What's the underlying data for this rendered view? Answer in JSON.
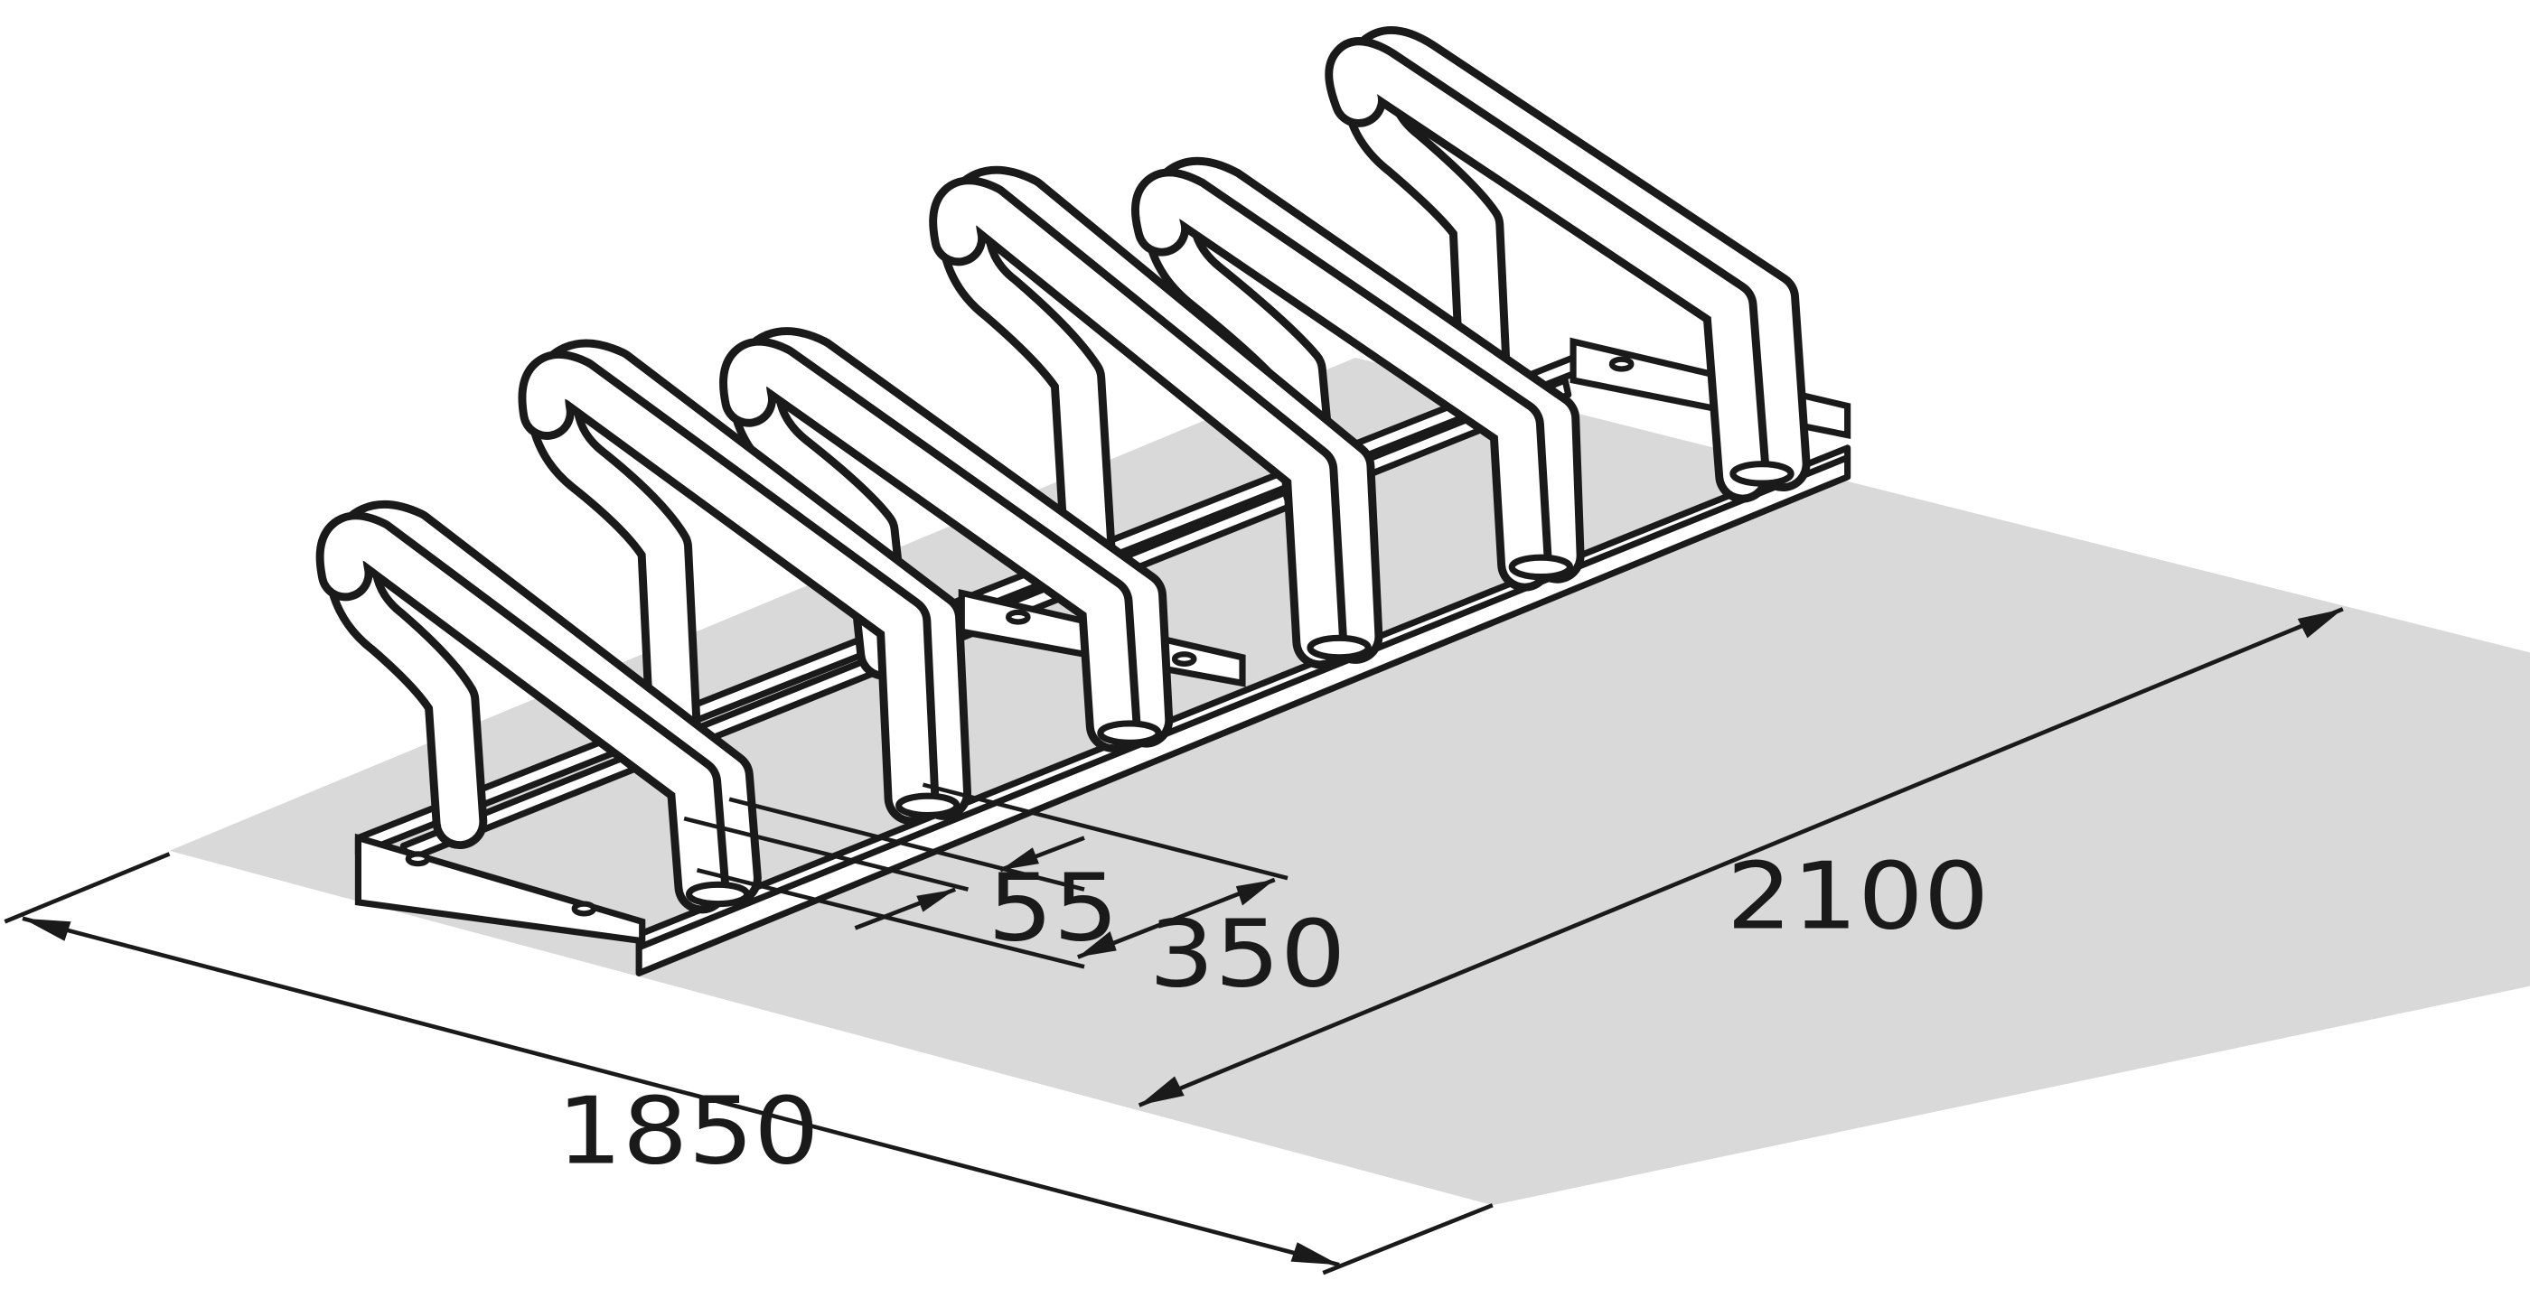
{
  "dimensions": {
    "overall_length": "2100",
    "overall_depth": "1850",
    "bay_spacing": "350",
    "tube_gap": "55"
  },
  "rack": {
    "bays": 6,
    "material": "tubular steel"
  },
  "colors": {
    "line": "#1a1a1a",
    "floor": "#d9d9d9",
    "background": "#ffffff"
  }
}
